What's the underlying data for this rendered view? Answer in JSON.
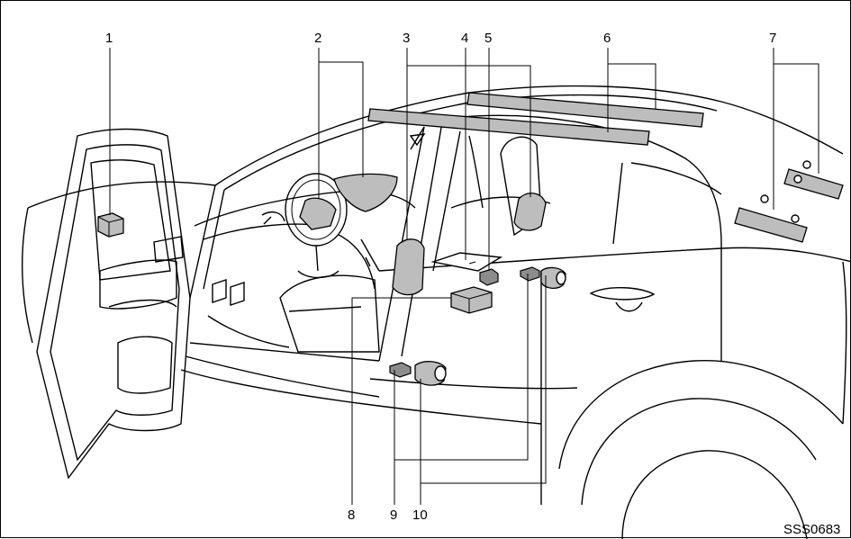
{
  "figure": {
    "image_code": "SSS0683",
    "callouts": [
      "1",
      "2",
      "3",
      "4",
      "5",
      "6",
      "7",
      "8",
      "9",
      "10"
    ]
  }
}
